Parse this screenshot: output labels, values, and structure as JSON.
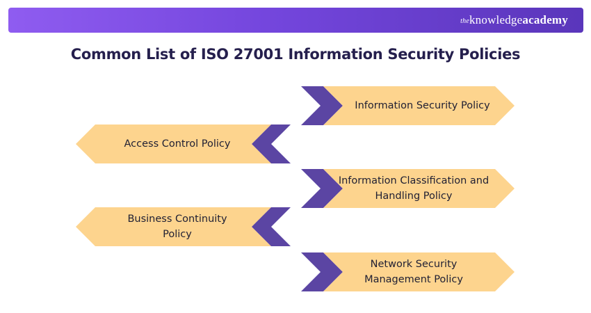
{
  "brand": {
    "prefix": "the",
    "word1": "knowledge",
    "word2": "academy"
  },
  "title": "Common List of ISO 27001 Information Security Policies",
  "colors": {
    "banner": "#7446dd",
    "chevron": "#5b45a3",
    "card": "#fdd48e",
    "title": "#251f4d"
  },
  "policies": [
    {
      "label": "Information Security Policy"
    },
    {
      "label": "Access Control Policy"
    },
    {
      "label": "Information Classification and Handling Policy"
    },
    {
      "label": "Business Continuity Policy"
    },
    {
      "label": "Network Security Management Policy"
    }
  ]
}
